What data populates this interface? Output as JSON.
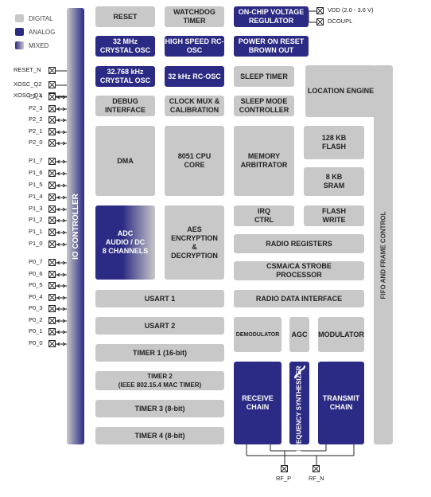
{
  "legend": {
    "digital": "DIGITAL",
    "analog": "ANALOG",
    "mixed": "MIXED"
  },
  "colors": {
    "digital": "#c8c8c8",
    "analog": "#2b2a84",
    "line": "#222222"
  },
  "io_controller": "IO CONTROLLER",
  "fifo_frame_control": "FIFO AND FRAME CONTROL",
  "frequency_synthesizer": "FREQUENCY SYNTHESIZER",
  "pins": {
    "left": [
      "RESET_N",
      "XOSC_Q2",
      "XOSC_Q1",
      "P2_4",
      "P2_3",
      "P2_2",
      "P2_1",
      "P2_0",
      "P1_7",
      "P1_6",
      "P1_5",
      "P1_4",
      "P1_3",
      "P1_2",
      "P1_1",
      "P1_0",
      "P0_7",
      "P0_6",
      "P0_5",
      "P0_4",
      "P0_3",
      "P0_2",
      "P0_1",
      "P0_0"
    ],
    "vdd": "VDD (2.0 - 3.6 V)",
    "dcoupl": "DCOUPL",
    "rf_p": "RF_P",
    "rf_n": "RF_N"
  },
  "blocks": {
    "reset": "RESET",
    "watchdog": "WATCHDOG\nTIMER",
    "voltage_reg": "ON-CHIP VOLTAGE\nREGULATOR",
    "osc32m": "32 MHz\nCRYSTAL OSC",
    "hs_rc": "HIGH SPEED RC-\nOSC",
    "por": "POWER ON RESET\nBROWN OUT",
    "osc32k": "32.768 kHz\nCRYSTAL OSC",
    "rc32k": "32 kHz RC-OSC",
    "sleep_timer": "SLEEP TIMER",
    "location": "LOCATION ENGINE",
    "debug": "DEBUG\nINTERFACE",
    "clock_mux": "CLOCK MUX &\nCALIBRATION",
    "sleep_ctrl": "SLEEP MODE\nCONTROLLER",
    "dma": "DMA",
    "cpu": "8051 CPU\nCORE",
    "mem_arb": "MEMORY\nARBITRATOR",
    "flash": "128 KB\nFLASH",
    "sram": "8 KB\nSRAM",
    "adc": "ADC\nAUDIO / DC\n8 CHANNELS",
    "aes": "AES\nENCRYPTION\n&\nDECRYPTION",
    "irq": "IRQ\nCTRL",
    "flash_write": "FLASH\nWRITE",
    "radio_reg": "RADIO REGISTERS",
    "csma": "CSMA/CA STROBE\nPROCESSOR",
    "usart1": "USART 1",
    "radio_data": "RADIO DATA INTERFACE",
    "usart2": "USART 2",
    "demod": "DEMODULATOR",
    "agc": "AGC",
    "modulator": "MODULATOR",
    "timer1": "TIMER 1 (16-bit)",
    "timer2": "TIMER 2\n(IEEE 802.15.4 MAC TIMER)",
    "timer3": "TIMER 3 (8-bit)",
    "timer4": "TIMER 4 (8-bit)",
    "receive": "RECEIVE\nCHAIN",
    "transmit": "TRANSMIT\nCHAIN"
  }
}
